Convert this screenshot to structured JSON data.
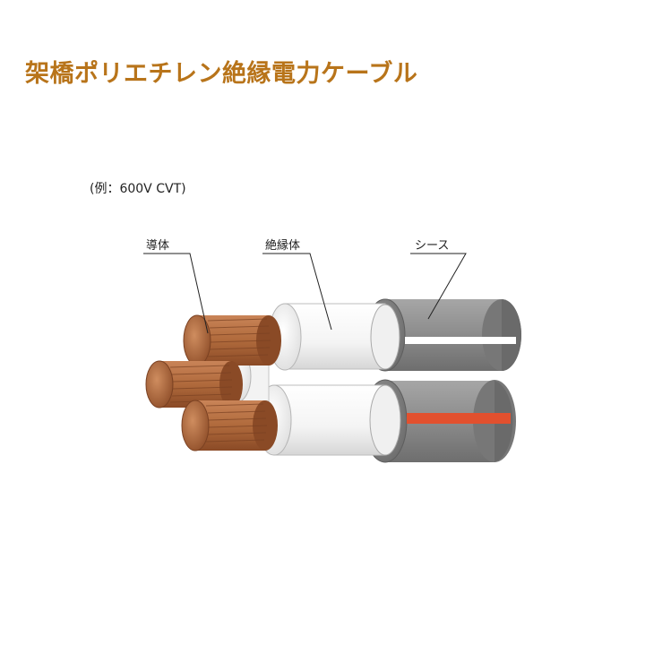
{
  "title": "架橋ポリエチレン絶縁電力ケーブル",
  "example_label": "(例：600V CVT)",
  "labels": {
    "conductor": "導体",
    "insulation": "絶縁体",
    "sheath": "シース"
  },
  "colors": {
    "title": "#b8741a",
    "copper": "#b06a3c",
    "copper_dark": "#7a4122",
    "sheath": "#8c8c8c",
    "insulation": "#f7f7f7",
    "stripe_top": "#ffffff",
    "stripe_bottom": "#e2502e"
  }
}
